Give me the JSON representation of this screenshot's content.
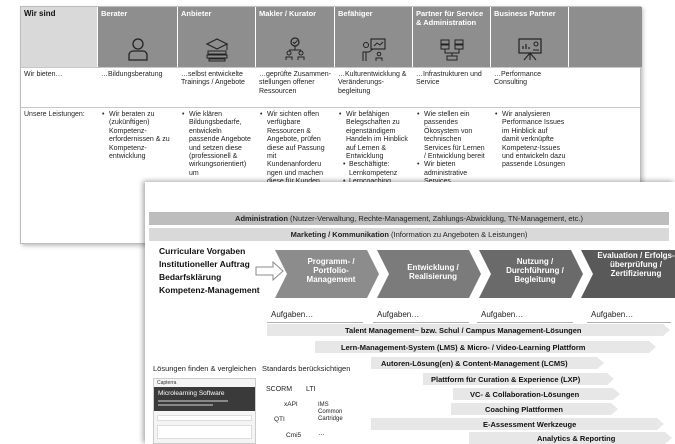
{
  "table": {
    "header_first": "Wir sind",
    "headers": [
      "Berater",
      "Anbieter",
      "Makler / Kurator",
      "Befähiger",
      "Partner für Service & Administration",
      "Business Partner"
    ],
    "row_offer_label": "Wir bieten…",
    "offers": [
      "…Bildungsberatung",
      "…selbst entwickelte Trainings / Angebote",
      "…geprüfte Zusammen-stellungen offener Ressourcen",
      "…Kulturentwicklung & Veränderungs-begleitung",
      "…Infrastrukturen und Service",
      "…Performance Consulting"
    ],
    "row_services_label": "Unsere Leistungen:",
    "services": [
      [
        "Wir beraten zu (zukünftigen) Kompetenz-erfordernissen & zu Kompetenz-entwicklung"
      ],
      [
        "Wie klären Bildungsbedarfe, entwickeln passende Angebote und setzen diese (professionell & wirkungsorientiert) um"
      ],
      [
        "Wir sichten offen verfügbare Ressourcen & Angebote, prüfen diese auf Passung mit Kundenanforderu ngen und machen diese für Kunden verfügbar"
      ],
      [
        "Wir befähigen Belegschaften zu eigenständigem Handeln im Hinblick auf Lernen & Entwicklung"
      ],
      [
        "Wie stellen ein passendes Ökosystem von technischen Services für Lernen / Entwicklung bereit",
        "Wir bieten administrative Services"
      ],
      [
        "Wir analysieren Performance Issues im Hinblick auf damit verknüpfte Kompetenz-Issues und entwickeln dazu passende Lösungen"
      ]
    ],
    "services_sub": [
      "Beschäftigte: Lernkompetenz",
      "Lerncoaching"
    ]
  },
  "diagram": {
    "admin_bold": "Administration",
    "admin_rest": " (Nutzer-Verwaltung, Rechte-Management, Zahlungs-Abwicklung, TN-Management, etc.)",
    "marketing_bold": "Marketing / Kommunikation",
    "marketing_rest": " (Information zu Angeboten & Leistungen)",
    "left_labels": [
      "Curriculare Vorgaben",
      "Institutioneller Auftrag",
      "Bedarfsklärung",
      "Kompetenz-Management"
    ],
    "phases": [
      "Programm- / Portfolio-Management",
      "Entwicklung / Realisierung",
      "Nutzung / Durchführung / Begleitung",
      "Evaluation / Erfolgs-überprüfung / Zertifizierung"
    ],
    "aufgaben": [
      "Aufgaben…",
      "Aufgaben…",
      "Aufgaben…",
      "Aufgaben…"
    ],
    "tools": [
      "Talent Management~ bzw. Schul / Campus Management-Lösungen",
      "Lern-Management-System (LMS) & Micro- / Video-Learning Plattform",
      "Autoren-Lösung(en) & Content-Management (LCMS)",
      "Plattform für Curation & Experience (LXP)",
      "VC- & Collaboration-Lösungen",
      "Coaching Plattformen",
      "E-Assessment Werkzeuge",
      "Analytics & Reporting"
    ],
    "solutions_title": "Lösungen finden & vergleichen",
    "shot_brand": "Capterra",
    "shot_heading": "Microlearning Software",
    "standards_title": "Standards berücksichtigen",
    "standards": [
      "SCORM",
      "LTI",
      "xAPI",
      "IMS Common Cartridge",
      "QTI",
      "Cmi5",
      "…"
    ]
  }
}
